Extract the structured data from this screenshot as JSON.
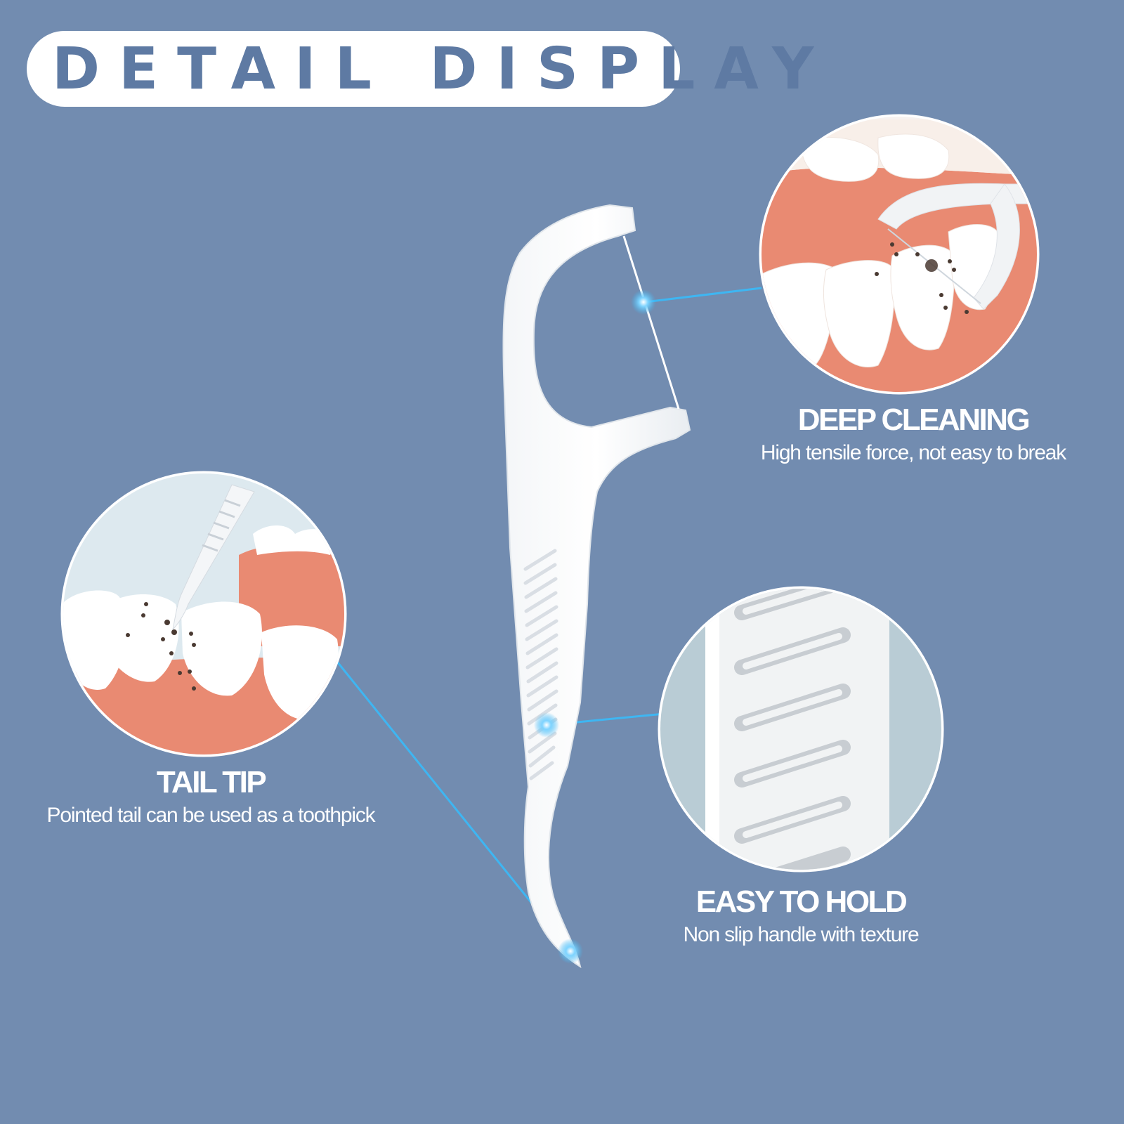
{
  "title": "DETAIL DISPLAY",
  "features": {
    "deep_cleaning": {
      "heading": "DEEP CLEANING",
      "description": "High tensile force, not easy to break"
    },
    "tail_tip": {
      "heading": "TAIL TIP",
      "description": "Pointed tail can be used as a toothpick"
    },
    "easy_to_hold": {
      "heading": "EASY TO HOLD",
      "description": "Non slip handle with texture"
    }
  },
  "colors": {
    "background": "#728cb0",
    "title_text": "#5e7aa3",
    "callout_line": "#3eb6f2",
    "gum": "#e98a72",
    "tooth": "#ffffff"
  },
  "icons": [
    "floss-pick-illustration",
    "deep-cleaning-zoom-circle",
    "tail-tip-zoom-circle",
    "grip-texture-zoom-circle"
  ]
}
